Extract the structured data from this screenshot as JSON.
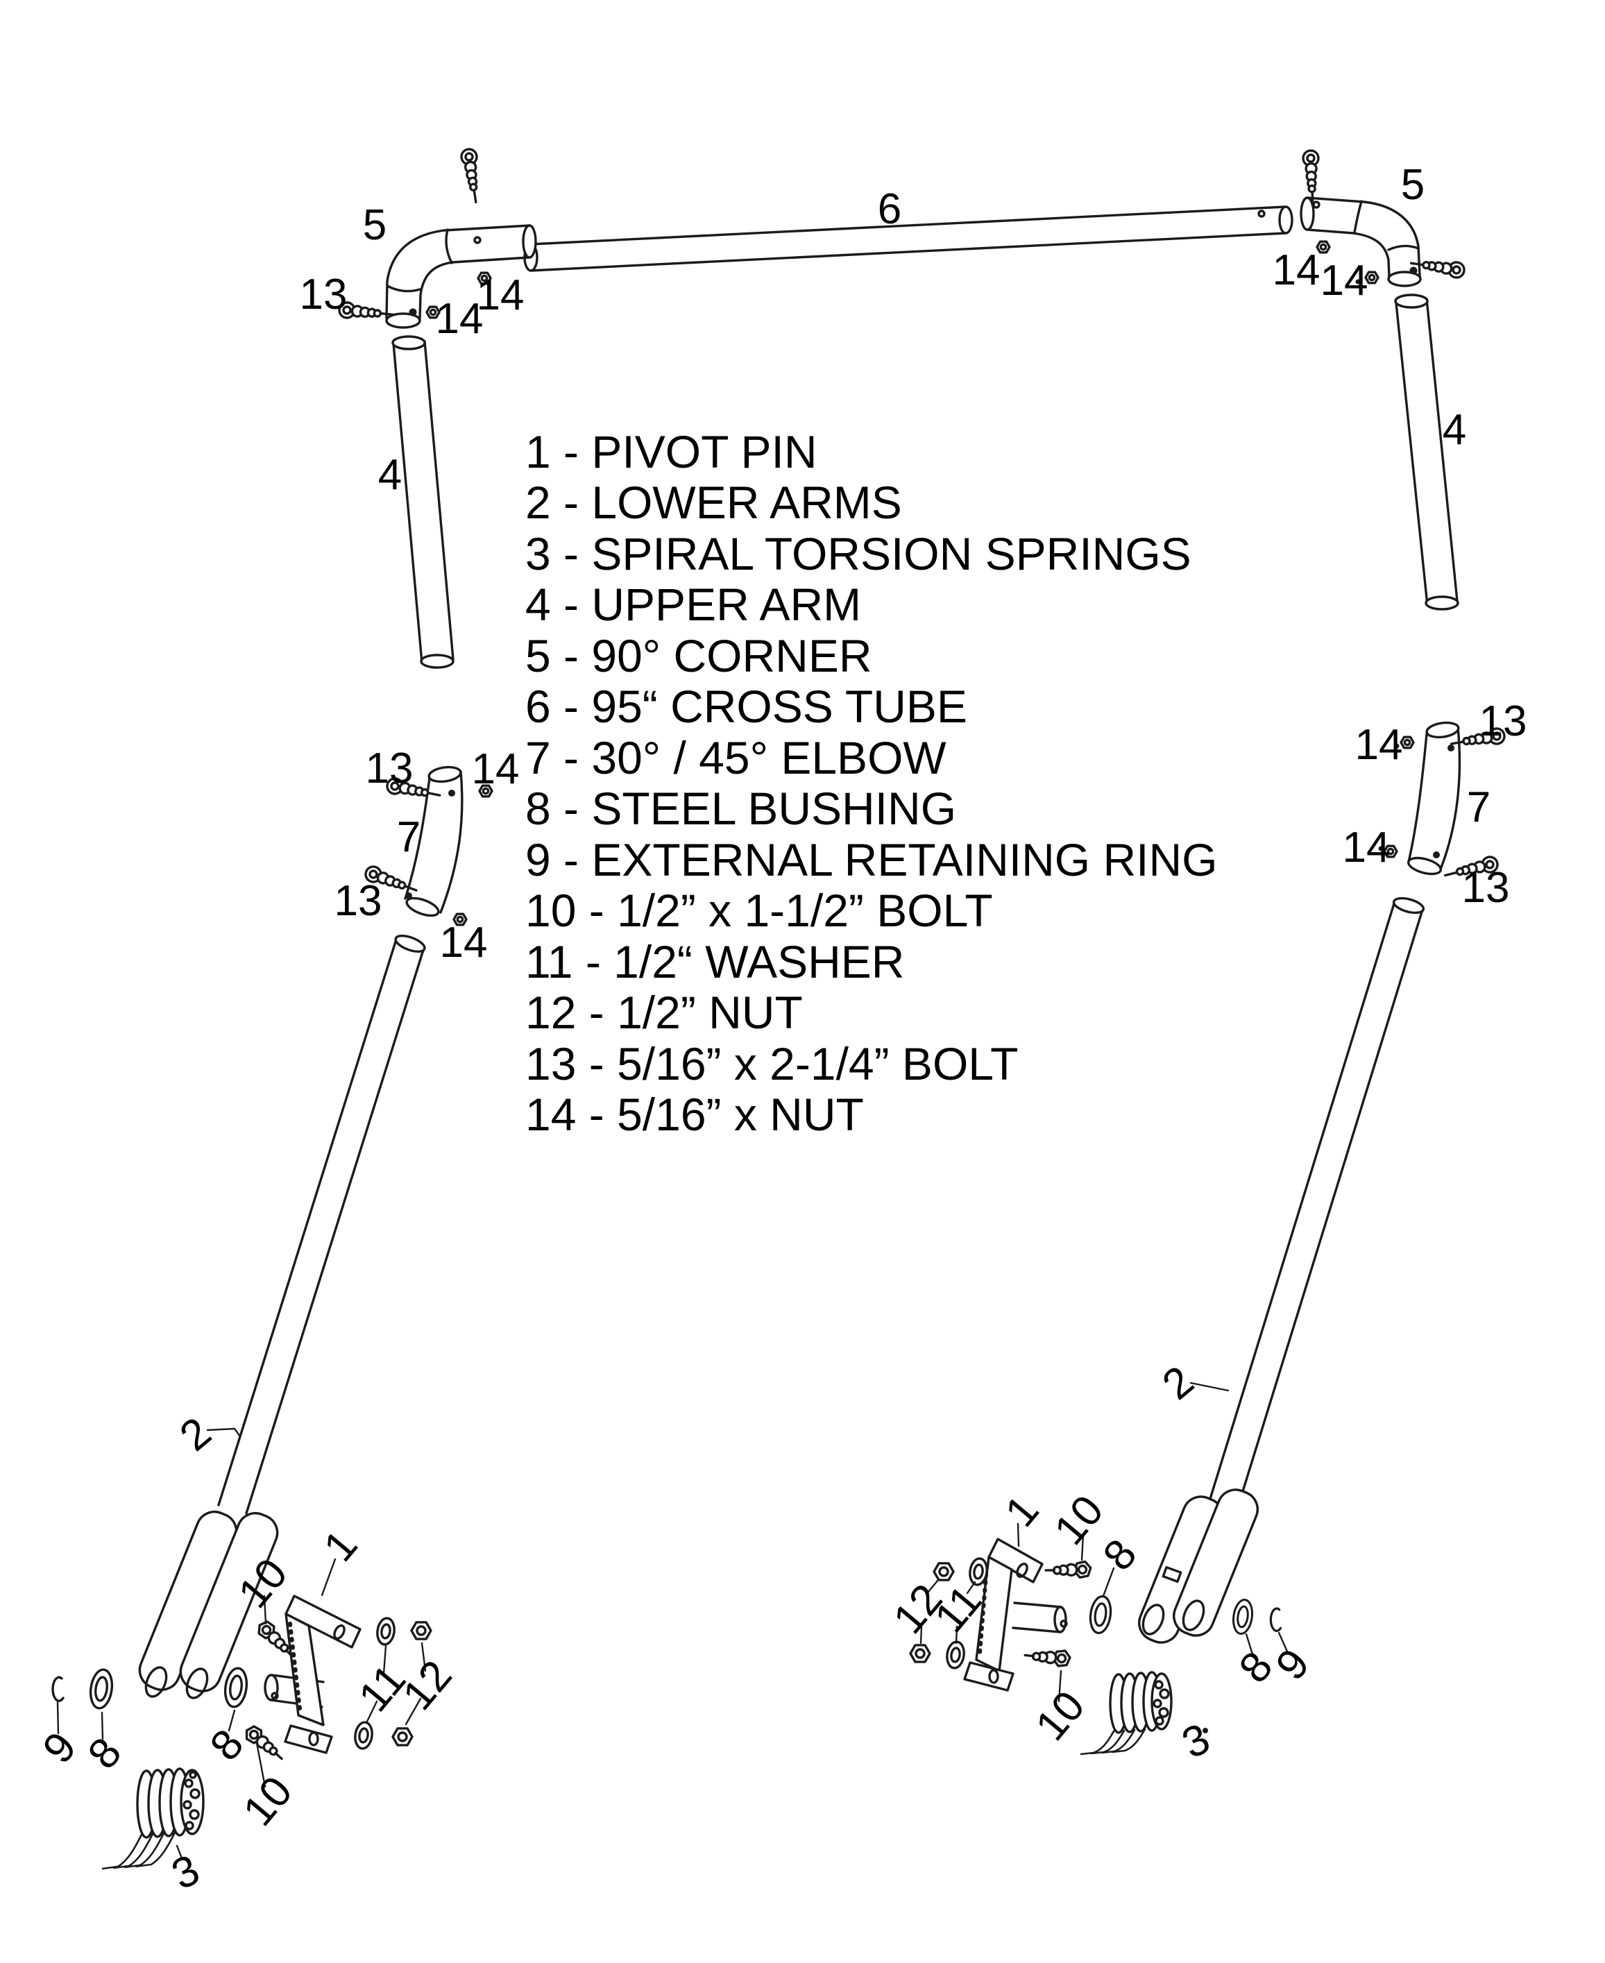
{
  "document": {
    "type": "exploded-parts-diagram",
    "background": "#ffffff",
    "ink": "#1b1b1b"
  },
  "legend": {
    "items": [
      "1 - PIVOT PIN",
      "2 - LOWER ARMS",
      "3 - SPIRAL TORSION SPRINGS",
      "4 - UPPER ARM",
      "5 - 90° CORNER",
      "6 - 95“ CROSS TUBE",
      "7 - 30° / 45° ELBOW",
      "8 - STEEL BUSHING",
      "9 - EXTERNAL RETAINING RING",
      "10 - 1/2” x 1-1/2” BOLT",
      "11 - 1/2“ WASHER",
      "12 - 1/2” NUT",
      "13 - 5/16” x 2-1/4” BOLT",
      "14 - 5/16” x NUT"
    ]
  },
  "callouts": [
    {
      "label": "5"
    },
    {
      "label": "13"
    },
    {
      "label": "14"
    },
    {
      "label": "14"
    },
    {
      "label": "6"
    },
    {
      "label": "5"
    },
    {
      "label": "14"
    },
    {
      "label": "14"
    },
    {
      "label": "4"
    },
    {
      "label": "4"
    },
    {
      "label": "13"
    },
    {
      "label": "14"
    },
    {
      "label": "7"
    },
    {
      "label": "13"
    },
    {
      "label": "14"
    },
    {
      "label": "14"
    },
    {
      "label": "13"
    },
    {
      "label": "7"
    },
    {
      "label": "14"
    },
    {
      "label": "13"
    },
    {
      "label": "2"
    },
    {
      "label": "2"
    },
    {
      "label": "10"
    },
    {
      "label": "1"
    },
    {
      "label": "9"
    },
    {
      "label": "8"
    },
    {
      "label": "8"
    },
    {
      "label": "11"
    },
    {
      "label": "12"
    },
    {
      "label": "10"
    },
    {
      "label": "3"
    },
    {
      "label": "1"
    },
    {
      "label": "10"
    },
    {
      "label": "12"
    },
    {
      "label": "11"
    },
    {
      "label": "8"
    },
    {
      "label": "8"
    },
    {
      "label": "9"
    },
    {
      "label": "10"
    },
    {
      "label": "3"
    }
  ]
}
